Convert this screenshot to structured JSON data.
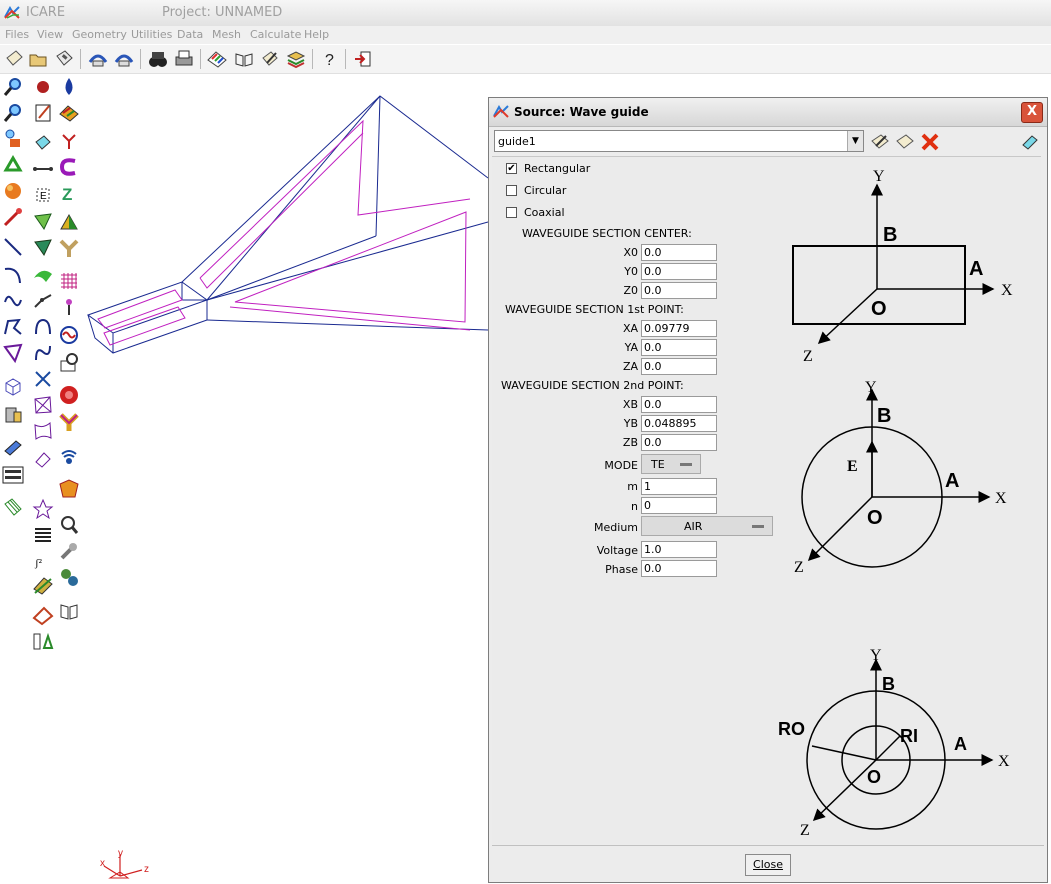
{
  "app": {
    "title": "ICARE",
    "project": "Project: UNNAMED"
  },
  "menu": [
    "Files",
    "View",
    "Geometry",
    "Utilities",
    "Data",
    "Mesh",
    "Calculate",
    "Help"
  ],
  "toolbar": [
    "new-file-icon",
    "open-folder-icon",
    "save-disk-icon",
    "rotate-left-icon",
    "rotate-right-icon",
    "binoculars-icon",
    "print-icon",
    "palette-icon",
    "book-open-icon",
    "edit-icon",
    "layers-icon",
    "help-icon",
    "exit-icon"
  ],
  "dialog": {
    "title": "Source: Wave guide",
    "close_x": "X",
    "guide_name": "guide1",
    "options": {
      "rectangular": "Rectangular",
      "circular": "Circular",
      "coaxial": "Coaxial"
    },
    "selected_shape": "Rectangular",
    "center_header": "WAVEGUIDE SECTION  CENTER:",
    "first_header": "WAVEGUIDE SECTION 1st  POINT:",
    "second_header": "WAVEGUIDE SECTION 2nd  POINT:",
    "fields": {
      "x0": {
        "label": "X0",
        "value": "0.0"
      },
      "y0": {
        "label": "Y0",
        "value": "0.0"
      },
      "z0": {
        "label": "Z0",
        "value": "0.0"
      },
      "xa": {
        "label": "XA",
        "value": "0.09779"
      },
      "ya": {
        "label": "YA",
        "value": "0.0"
      },
      "za": {
        "label": "ZA",
        "value": "0.0"
      },
      "xb": {
        "label": "XB",
        "value": "0.0"
      },
      "yb": {
        "label": "YB",
        "value": "0.048895"
      },
      "zb": {
        "label": "ZB",
        "value": "0.0"
      }
    },
    "mode": {
      "label": "MODE",
      "value": "TE"
    },
    "m": {
      "label": "m",
      "value": "1"
    },
    "n": {
      "label": "n",
      "value": "0"
    },
    "medium": {
      "label": "Medium",
      "value": "AIR"
    },
    "voltage": {
      "label": "Voltage",
      "value": "1.0"
    },
    "phase": {
      "label": "Phase",
      "value": "0.0"
    },
    "close_button": "Close",
    "diagrams": {
      "rect": {
        "y": "Y",
        "x": "X",
        "z": "Z",
        "b": "B",
        "a": "A",
        "o": "O"
      },
      "circ": {
        "y": "Y",
        "x": "X",
        "z": "Z",
        "b": "B",
        "a": "A",
        "o": "O",
        "e": "E"
      },
      "coax": {
        "y": "Y",
        "x": "X",
        "z": "Z",
        "b": "B",
        "a": "A",
        "o": "O",
        "ro": "RO",
        "ri": "RI"
      }
    }
  },
  "gizmo": {
    "x": "x",
    "y": "y",
    "z": "z"
  }
}
